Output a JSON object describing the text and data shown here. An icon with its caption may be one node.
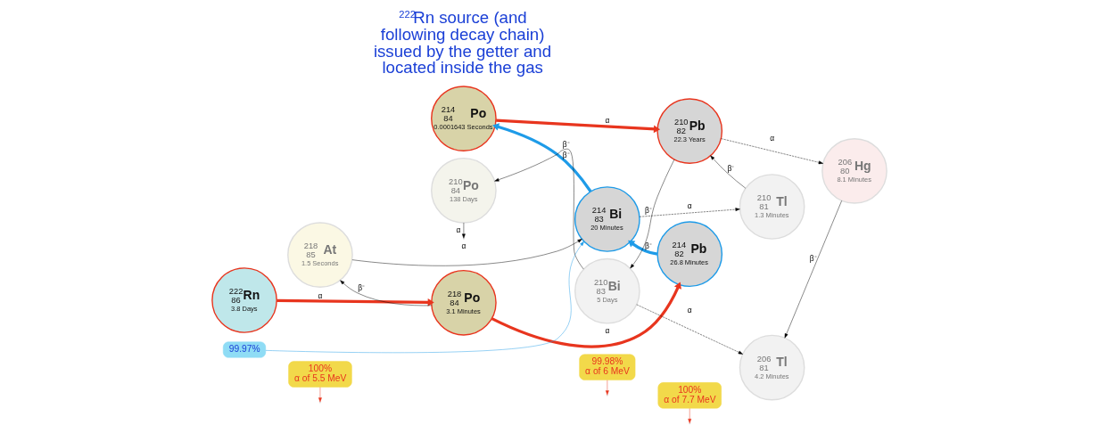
{
  "diagram": {
    "nodes": [
      {
        "text": [
          "222",
          "86",
          "Rn",
          "3.8 Days"
        ]
      },
      {
        "text": [
          "218",
          "85",
          "At",
          "1.5 Seconds"
        ]
      },
      {
        "text": [
          "218",
          "84",
          "Po",
          "3.1 Minutes"
        ]
      },
      {
        "text": [
          "214",
          "84",
          "Po",
          "0.0001643 Seconds"
        ]
      },
      {
        "text": [
          "210",
          "84",
          "Po",
          "138 Days"
        ]
      },
      {
        "text": [
          "214",
          "83",
          "Bi",
          "20 Minutes"
        ]
      },
      {
        "text": [
          "210",
          "83",
          "Bi",
          "5 Days"
        ]
      },
      {
        "text": [
          "214",
          "82",
          "Pb",
          "26.8 Minutes"
        ]
      },
      {
        "text": [
          "210",
          "82",
          "Pb",
          "22.3 Years"
        ]
      },
      {
        "text": [
          "210",
          "81",
          "Tl",
          "1.3 Minutes"
        ]
      },
      {
        "text": [
          "206",
          "81",
          "Tl",
          "4.2 Minutes"
        ]
      },
      {
        "text": [
          "206",
          "80",
          "Hg",
          "8.1 Minutes"
        ]
      },
      {
        "text": [
          "100%",
          "α of 5.5 MeV"
        ]
      },
      {
        "text": [
          "99.98%",
          "α of 6 MeV"
        ]
      },
      {
        "text": [
          "99.97%"
        ]
      },
      {
        "text": [
          "100%",
          "α of 7.7 MeV"
        ]
      }
    ],
    "edges": [
      {
        "from": 0,
        "to": 2,
        "arrow": "to",
        "label": "α",
        "style": "thick",
        "color": "#e8351e"
      },
      {
        "from": 2,
        "to": 1,
        "arrow": "to",
        "label": "β⁻"
      },
      {
        "from": 1,
        "to": 5,
        "arrow": "to",
        "label": "α"
      },
      {
        "from": 2,
        "to": 7,
        "arrow": "to",
        "label": "α",
        "style": "thick",
        "color": "#e8351e"
      },
      {
        "from": 7,
        "to": 5,
        "arrow": "to",
        "label": "β⁻",
        "style": "thick",
        "color": "#1e9be8"
      },
      {
        "from": 5,
        "to": 3,
        "arrow": "to",
        "label": "β⁻",
        "style": "thick",
        "color": "#1e9be8"
      },
      {
        "from": 5,
        "to": 9,
        "arrow": "to",
        "label": "α",
        "style": "dashed"
      },
      {
        "from": 3,
        "to": 8,
        "arrow": "to",
        "label": "α",
        "style": "thick",
        "color": "#e8351e"
      },
      {
        "from": 9,
        "to": 8,
        "arrow": "to",
        "label": "β⁻"
      },
      {
        "from": 8,
        "to": 6,
        "arrow": "to",
        "label": "β⁻"
      },
      {
        "from": 8,
        "to": 11,
        "arrow": "to",
        "label": "α",
        "style": "dashed"
      },
      {
        "from": 6,
        "to": 4,
        "arrow": "to",
        "label": "β⁻"
      },
      {
        "from": 6,
        "to": 10,
        "arrow": "to",
        "label": "α",
        "style": "dashed"
      },
      {
        "from": 4,
        "to": null,
        "arrow": "to",
        "label": "α"
      },
      {
        "from": 11,
        "to": 10,
        "arrow": "to",
        "label": "β⁻"
      },
      {
        "from": 12,
        "to": null,
        "arrow": "to",
        "color": "#e8351e"
      },
      {
        "from": 13,
        "to": null,
        "arrow": "to",
        "color": "#e8351e"
      },
      {
        "from": 14,
        "to": 5,
        "arrow": "to",
        "color": "#1e9be8"
      },
      {
        "from": 15,
        "to": null,
        "arrow": "to",
        "color": "#e8351e"
      }
    ],
    "labels": [
      "$^{222}$Rn source (and following decay chain) issued by the getter and located inside the gas"
    ]
  }
}
